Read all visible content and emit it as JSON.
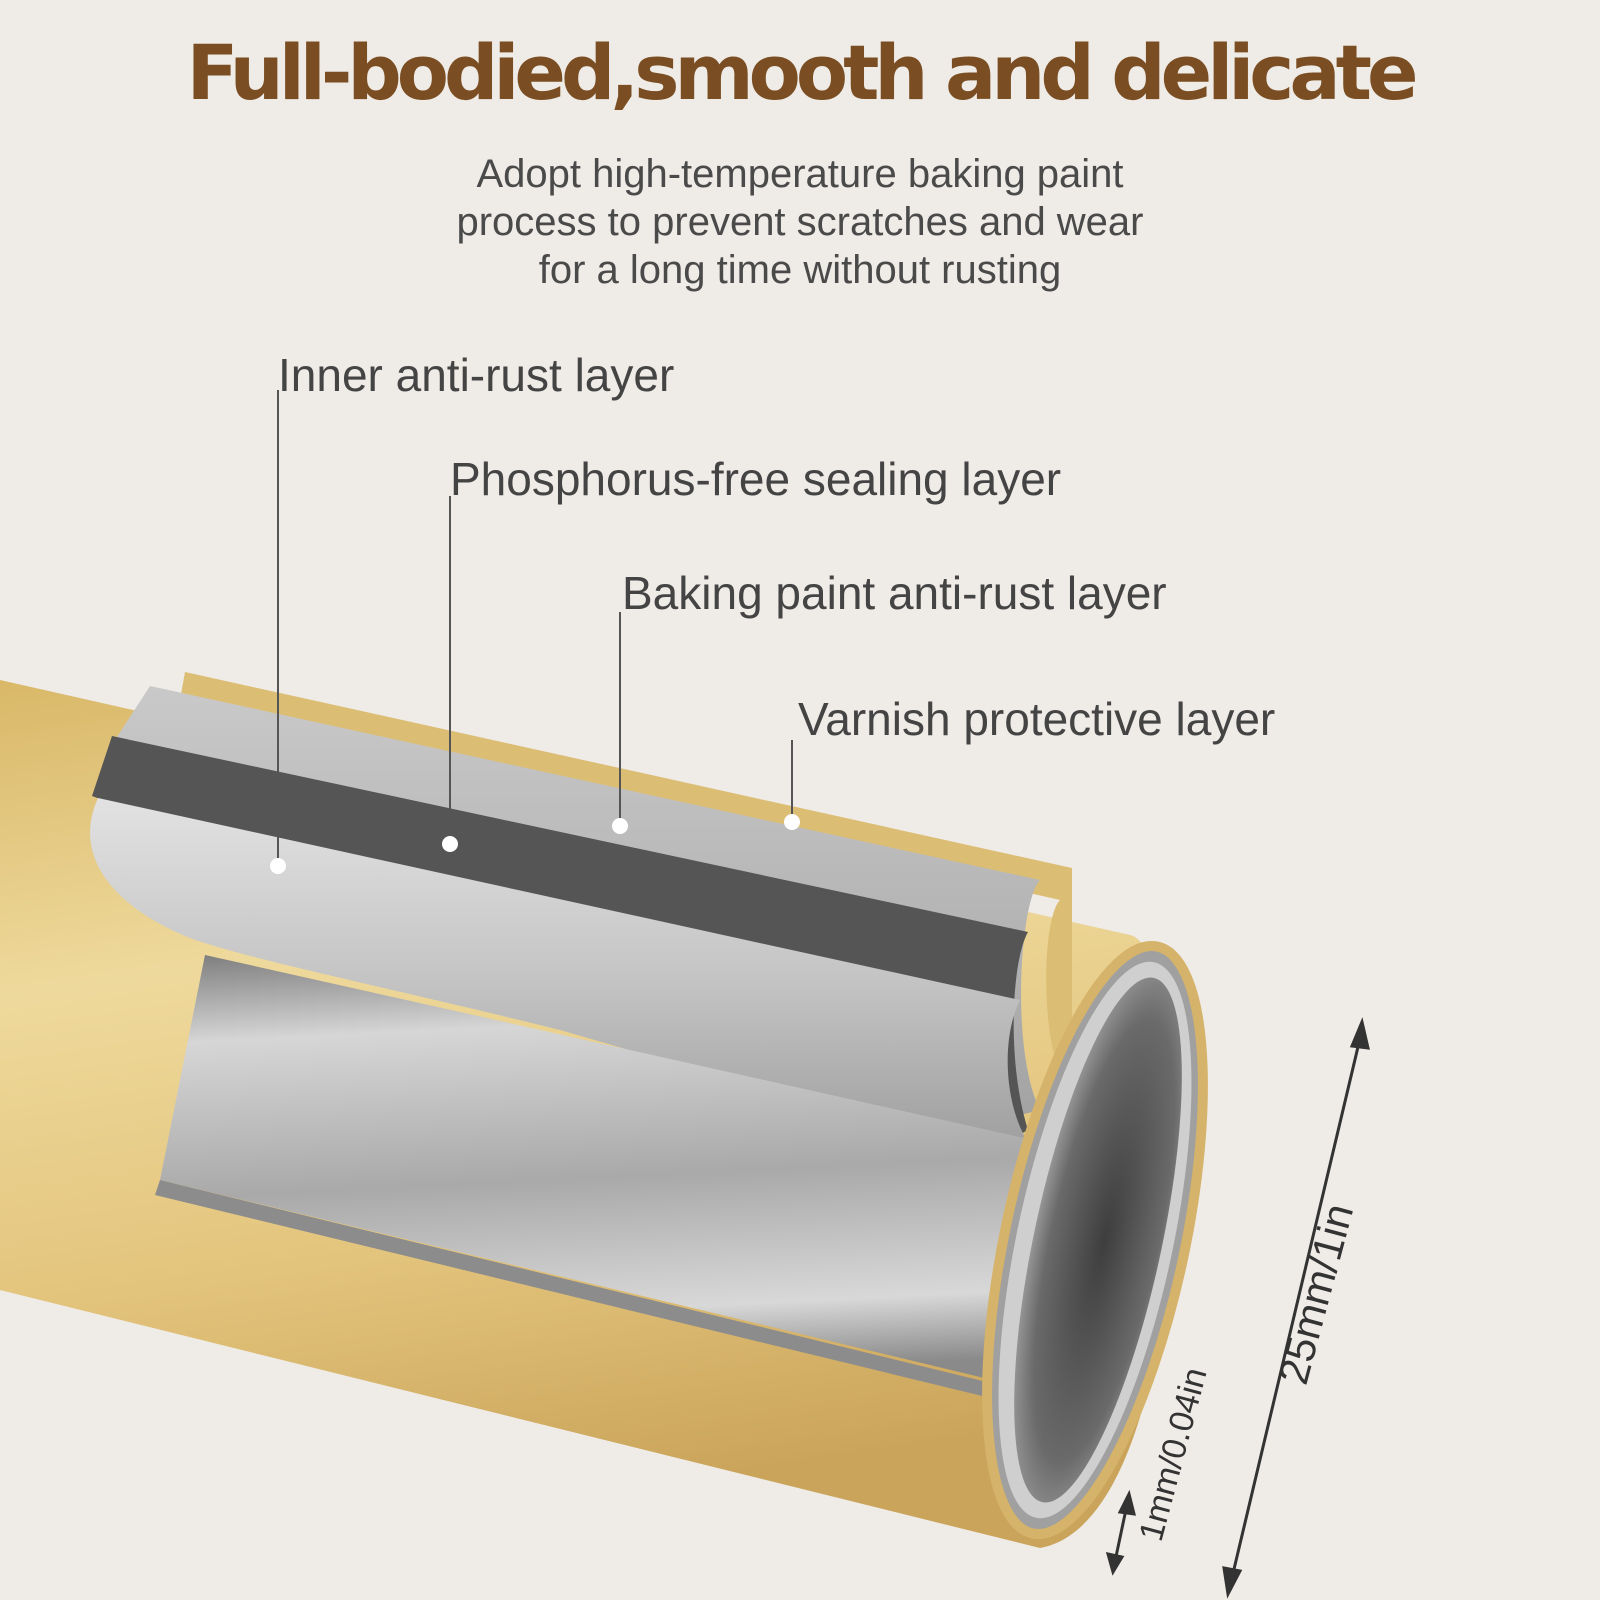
{
  "header": {
    "title": "Full-bodied,smooth and delicate",
    "subtitle_lines": [
      "Adopt high-temperature baking paint",
      "process to prevent scratches and wear",
      "for a long time without rusting"
    ]
  },
  "layers": [
    {
      "label": "Inner anti-rust layer"
    },
    {
      "label": "Phosphorus-free sealing layer"
    },
    {
      "label": "Baking paint anti-rust layer"
    },
    {
      "label": "Varnish protective layer"
    }
  ],
  "dimensions": {
    "diameter": "25mm/1in",
    "wall_thickness": "1mm/0.04in"
  },
  "colors": {
    "background": "#efebe7",
    "title": "#7a4e22",
    "text": "#444444",
    "gold": "#e2c27a",
    "silver": "#b8b8b8",
    "dark_layer": "#4f4f4f"
  }
}
